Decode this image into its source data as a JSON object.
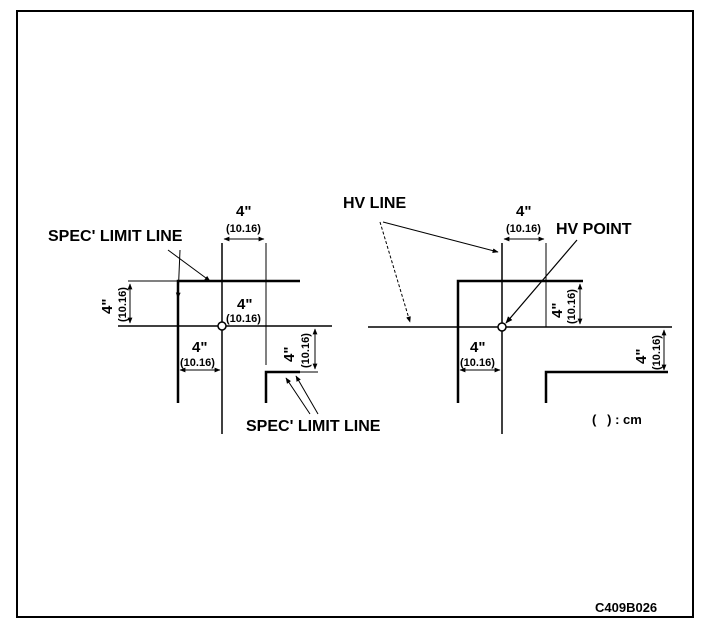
{
  "left_diagram": {
    "spec_limit_label_top": "SPEC' LIMIT LINE",
    "spec_limit_label_bottom": "SPEC' LIMIT LINE",
    "dims": [
      {
        "in": "4\"",
        "cm": "(10.16)"
      },
      {
        "in": "4\"",
        "cm": "(10.16)"
      },
      {
        "in": "4\"",
        "cm": "(10.16)"
      },
      {
        "in": "4\"",
        "cm": "(10.16)"
      },
      {
        "in": "4\"",
        "cm": "(10.16)"
      }
    ]
  },
  "right_diagram": {
    "hv_line_label": "HV LINE",
    "hv_point_label": "HV POINT",
    "dims": [
      {
        "in": "4\"",
        "cm": "(10.16)"
      },
      {
        "in": "4\"",
        "cm": "(10.16)"
      },
      {
        "in": "4\"",
        "cm": "(10.16)"
      },
      {
        "in": "4\"",
        "cm": "(10.16)"
      }
    ]
  },
  "units_note": "(   ) : cm",
  "figure_code": "C409B026"
}
